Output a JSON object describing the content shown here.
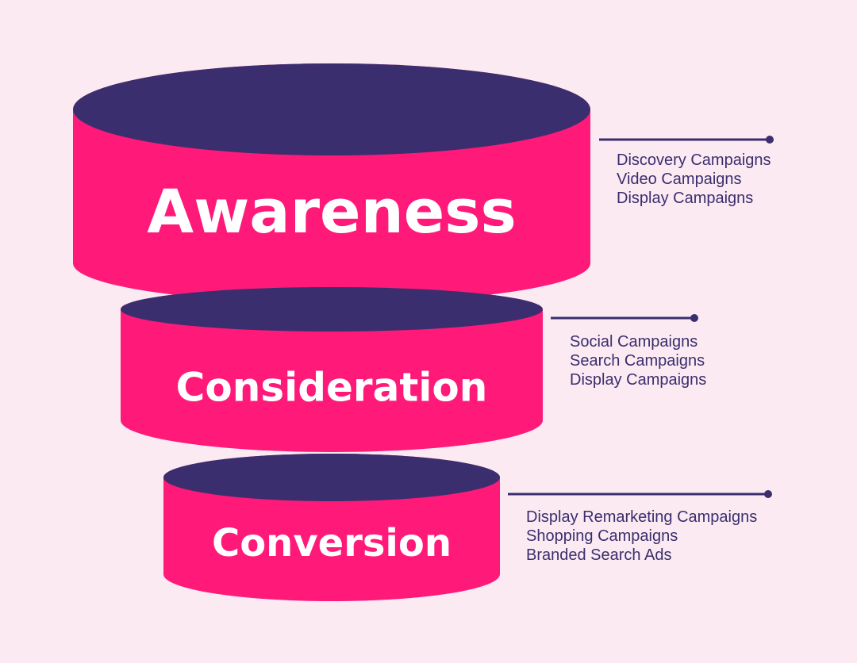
{
  "colors": {
    "background": "#fbeaf2",
    "tier_side": "#ff1a7a",
    "tier_top": "#3b2e6e",
    "tier_label": "#ffffff",
    "connector": "#3b2e6e",
    "list_text": "#3b2e6e"
  },
  "funnel": {
    "tiers": [
      {
        "label": "Awareness",
        "items": [
          "Discovery Campaigns",
          "Video Campaigns",
          "Display Campaigns"
        ]
      },
      {
        "label": "Consideration",
        "items": [
          "Social Campaigns",
          "Search Campaigns",
          "Display Campaigns"
        ]
      },
      {
        "label": "Conversion",
        "items": [
          "Display Remarketing Campaigns",
          "Shopping Campaigns",
          "Branded Search Ads"
        ]
      }
    ]
  }
}
